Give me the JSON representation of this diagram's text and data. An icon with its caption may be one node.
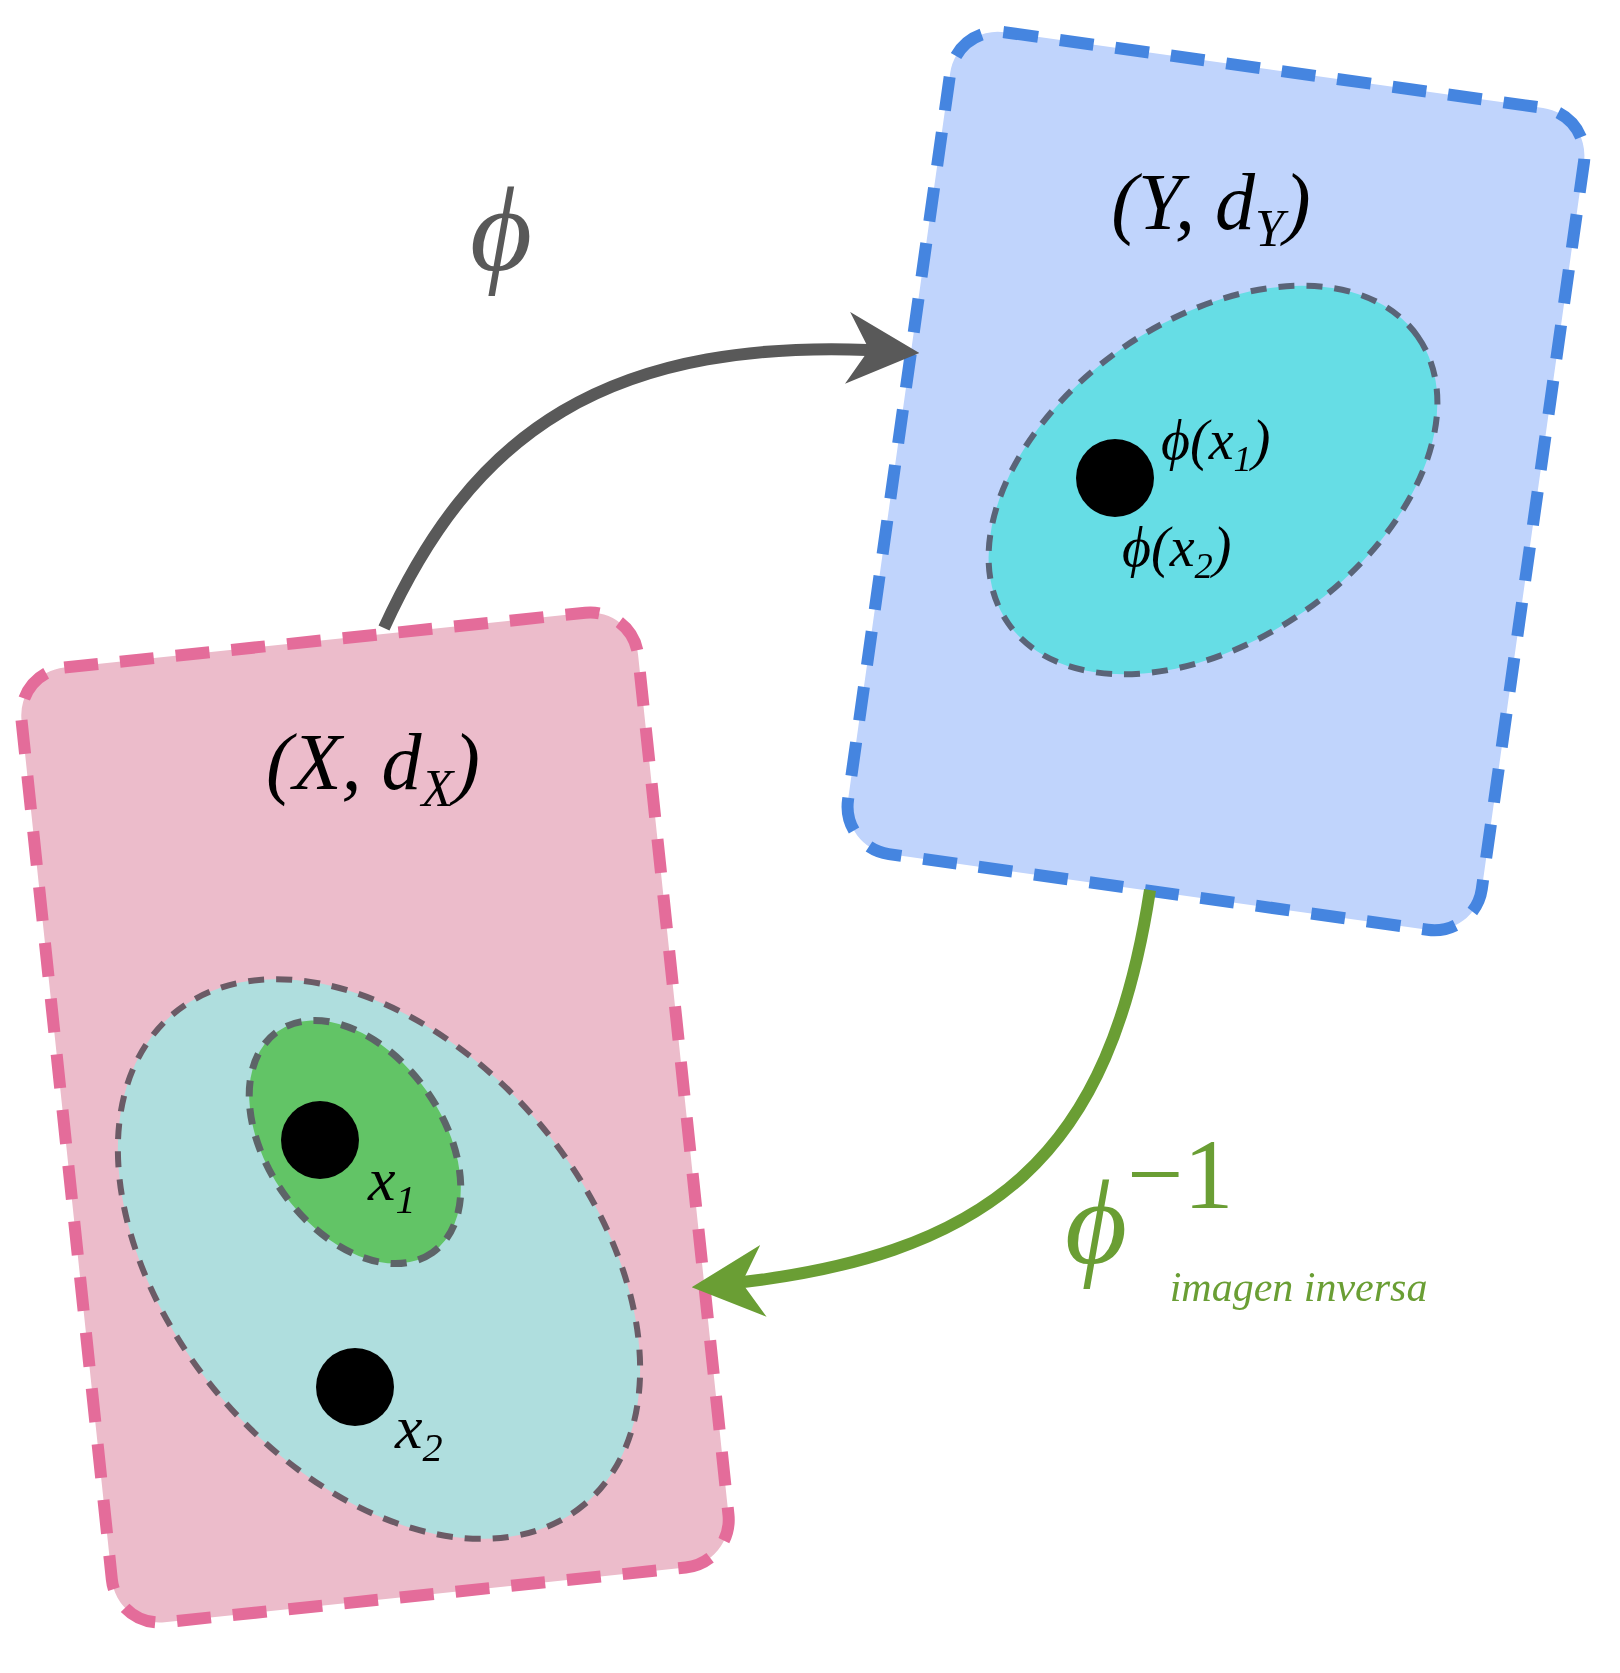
{
  "diagram": {
    "nodes": [
      {
        "text": [
          "(X, d$_{X}$)"
        ]
      },
      {
        "text": [],
        "shape": "ellipse",
        "in": 0
      },
      {
        "text": [],
        "shape": "ellipse",
        "in": 1
      },
      {
        "text": [],
        "shape": "circle",
        "in": 2,
        "beside": [
          "x$_{1}$"
        ]
      },
      {
        "text": [],
        "shape": "circle",
        "in": 1,
        "beside": [
          "x$_{2}$"
        ]
      },
      {
        "text": [
          "(Y, d$_{Y}$)"
        ]
      },
      {
        "text": [],
        "shape": "ellipse",
        "in": 5
      },
      {
        "text": [],
        "shape": "circle",
        "in": 6,
        "beside": [
          "ϕ(x$_{1}$)",
          "ϕ(x$_{2}$)"
        ]
      }
    ],
    "edges": [
      {
        "from": 0,
        "to": 5,
        "arrow": "to",
        "label": "ϕ",
        "color": "#595959"
      },
      {
        "from": 5,
        "to": 0,
        "arrow": "to",
        "label": "ϕ$^{−1}$$_{imagen inversa}$",
        "color": "#6a9e34"
      }
    ]
  }
}
